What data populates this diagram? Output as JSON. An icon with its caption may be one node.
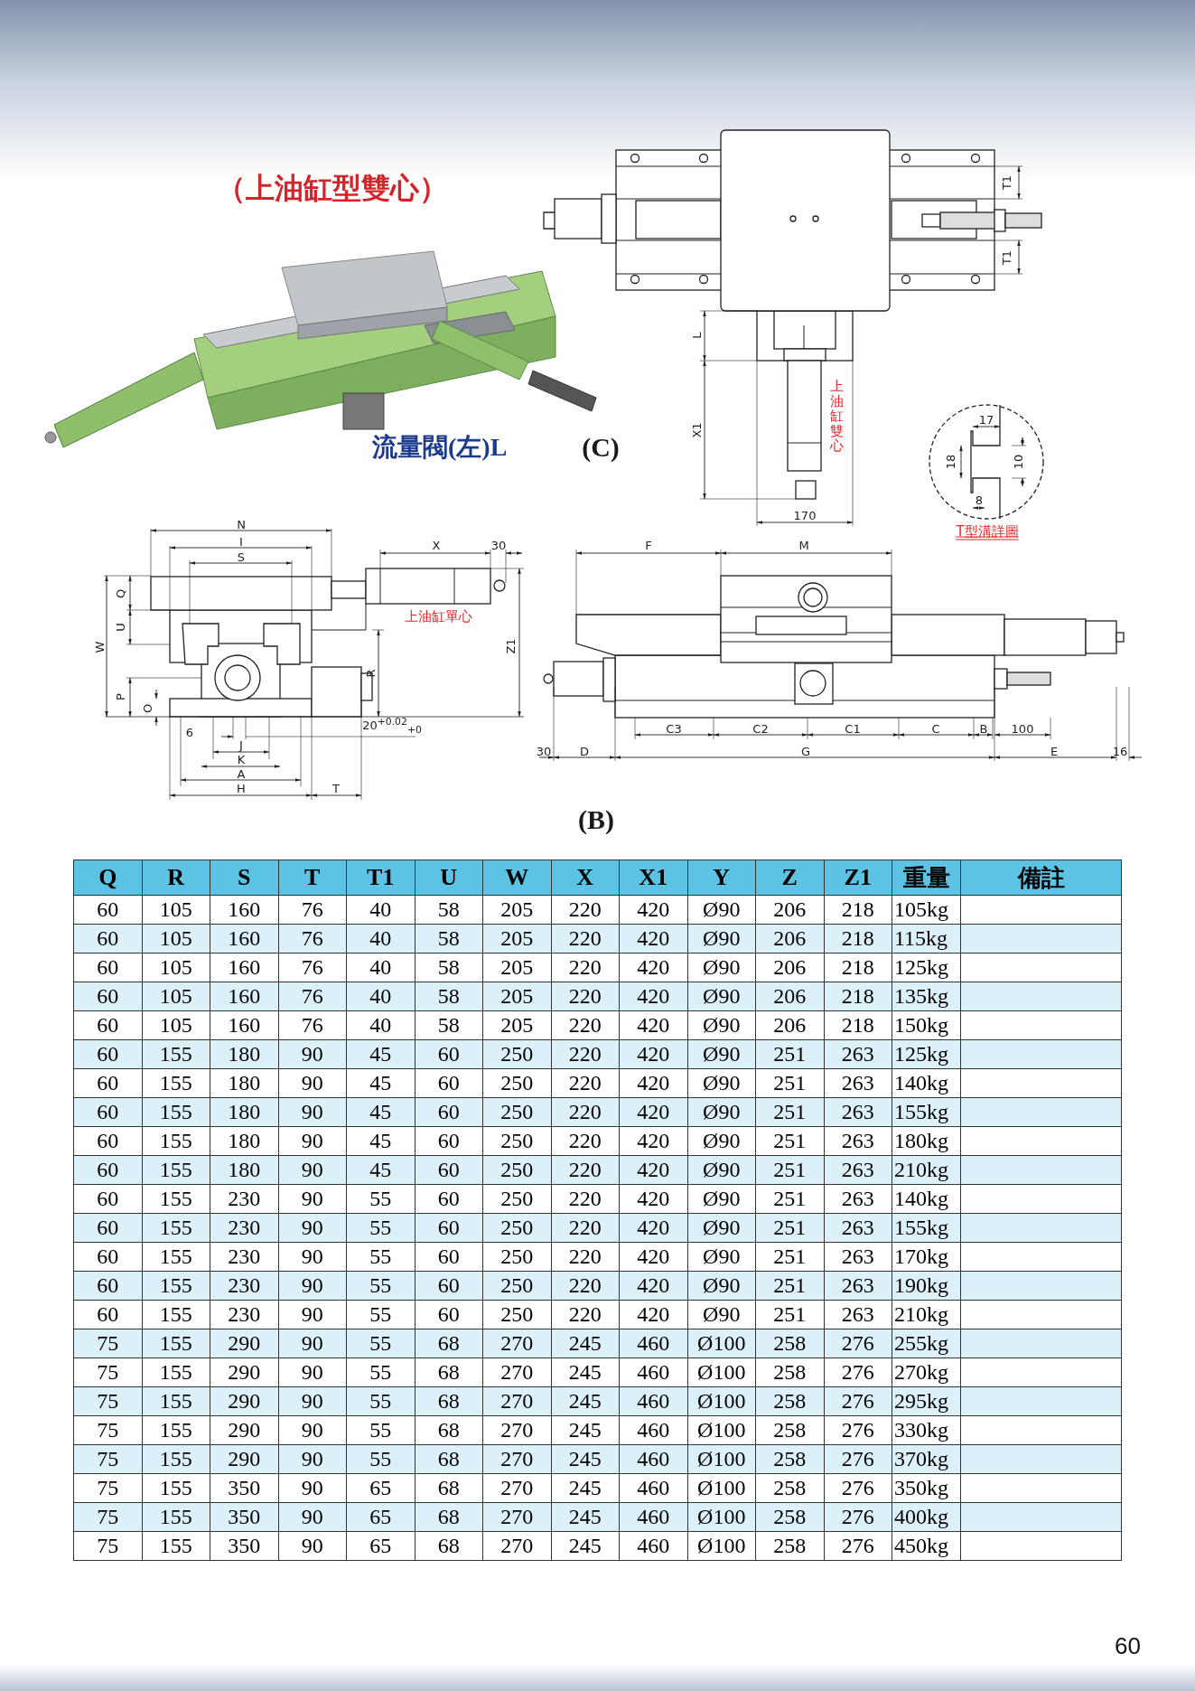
{
  "diagram": {
    "title": "（上油缸型雙心）",
    "labels": [
      "流量閥(左)L",
      "(C)",
      "T1",
      "T1",
      "L",
      "X1",
      "上油缸雙心",
      "170",
      "17",
      "18",
      "10",
      "8",
      "T型溝詳圖",
      "N",
      "I",
      "S",
      "X",
      "30",
      "Q",
      "U",
      "W",
      "上油缸單心",
      "R",
      "Z1",
      "P",
      "O",
      "20$^{+0.02}$$_{+0}$",
      "6",
      "J",
      "K",
      "A",
      "H",
      "T",
      "F",
      "M",
      "C3",
      "C2",
      "C1",
      "C",
      "B",
      "100",
      "30",
      "D",
      "G",
      "E",
      "16",
      "(B)",
      "Q",
      "R",
      "S",
      "T",
      "T1",
      "U",
      "W",
      "X",
      "X1",
      "Y",
      "Z",
      "Z1",
      "重量",
      "備註",
      "60",
      "105",
      "160",
      "76",
      "40",
      "58",
      "205",
      "220",
      "420",
      "Ø90",
      "206",
      "218",
      "105kg",
      "60",
      "105",
      "160",
      "76",
      "40",
      "58",
      "205",
      "220",
      "420",
      "Ø90",
      "206",
      "218",
      "115kg",
      "60",
      "105",
      "160",
      "76",
      "40",
      "58",
      "205",
      "220",
      "420",
      "Ø90",
      "206",
      "218",
      "125kg",
      "60",
      "105",
      "160",
      "76",
      "40",
      "58",
      "205",
      "220",
      "420",
      "Ø90",
      "206",
      "218",
      "135kg",
      "60",
      "105",
      "160",
      "76",
      "40",
      "58",
      "205",
      "220",
      "420",
      "Ø90",
      "206",
      "218",
      "150kg",
      "60",
      "155",
      "180",
      "90",
      "45",
      "60",
      "250",
      "220",
      "420",
      "Ø90",
      "251",
      "263",
      "125kg",
      "60",
      "155",
      "180",
      "90",
      "45",
      "60",
      "250",
      "220",
      "420",
      "Ø90",
      "251",
      "263",
      "140kg",
      "60",
      "155",
      "180",
      "90",
      "45",
      "60",
      "250",
      "220",
      "420",
      "Ø90",
      "251",
      "263",
      "155kg",
      "60",
      "155",
      "180",
      "90",
      "45",
      "60",
      "250",
      "220",
      "420",
      "Ø90",
      "251",
      "263",
      "180kg",
      "60",
      "155",
      "180",
      "90",
      "45",
      "60",
      "250",
      "220",
      "420",
      "Ø90",
      "251",
      "263",
      "210kg",
      "60",
      "155",
      "230",
      "90",
      "55",
      "60",
      "250",
      "220",
      "420",
      "Ø90",
      "251",
      "263",
      "140kg",
      "60",
      "155",
      "230",
      "90",
      "55",
      "60",
      "250",
      "220",
      "420",
      "Ø90",
      "251",
      "263",
      "155kg",
      "60",
      "155",
      "230",
      "90",
      "55",
      "60",
      "250",
      "220",
      "420",
      "Ø90",
      "251",
      "263",
      "170kg",
      "60",
      "155",
      "230",
      "90",
      "55",
      "60",
      "250",
      "220",
      "420",
      "Ø90",
      "251",
      "263",
      "190kg",
      "60",
      "155",
      "230",
      "90",
      "55",
      "60",
      "250",
      "220",
      "420",
      "Ø90",
      "251",
      "263",
      "210kg",
      "75",
      "155",
      "290",
      "90",
      "55",
      "68",
      "270",
      "245",
      "460",
      "Ø100",
      "258",
      "276",
      "255kg",
      "75",
      "155",
      "290",
      "90",
      "55",
      "68",
      "270",
      "245",
      "460",
      "Ø100",
      "258",
      "276",
      "270kg",
      "75",
      "155",
      "290",
      "90",
      "55",
      "68",
      "270",
      "245",
      "460",
      "Ø100",
      "258",
      "276",
      "295kg",
      "75",
      "155",
      "290",
      "90",
      "55",
      "68",
      "270",
      "245",
      "460",
      "Ø100",
      "258",
      "276",
      "330kg",
      "75",
      "155",
      "290",
      "90",
      "55",
      "68",
      "270",
      "245",
      "460",
      "Ø100",
      "258",
      "276",
      "370kg",
      "75",
      "155",
      "350",
      "90",
      "65",
      "68",
      "270",
      "245",
      "460",
      "Ø100",
      "258",
      "276",
      "350kg",
      "75",
      "155",
      "350",
      "90",
      "65",
      "68",
      "270",
      "245",
      "460",
      "Ø100",
      "258",
      "276",
      "400kg",
      "75",
      "155",
      "350",
      "90",
      "65",
      "68",
      "270",
      "245",
      "460",
      "Ø100",
      "258",
      "276",
      "450kg",
      "60"
    ]
  }
}
